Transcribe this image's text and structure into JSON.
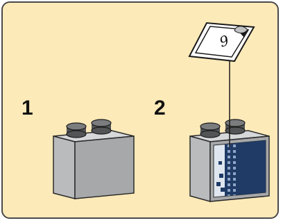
{
  "steps": [
    {
      "number": "1"
    },
    {
      "number": "2"
    }
  ],
  "sticker": {
    "label": "9"
  },
  "colors": {
    "panel_background": "#fdeab9",
    "panel_border": "#4a4a4a",
    "brick_gray": "#a9abad",
    "sticker_blue": "#1f3b66"
  }
}
